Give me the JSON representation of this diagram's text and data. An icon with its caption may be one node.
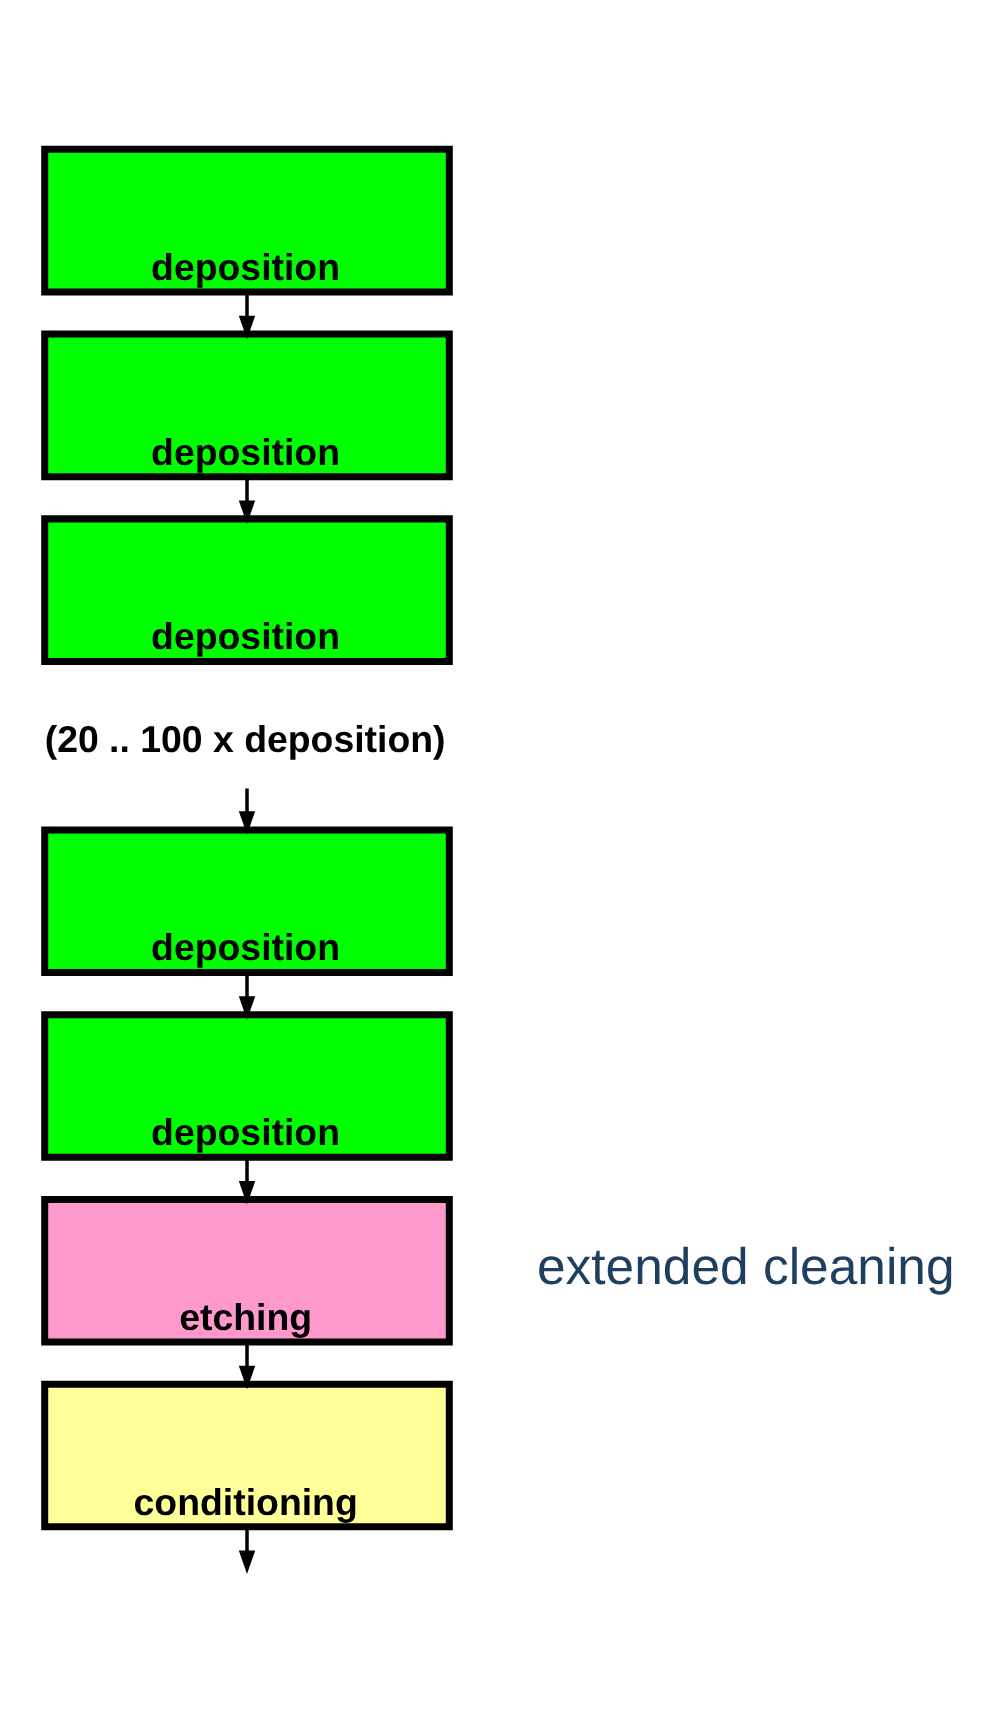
{
  "diagram": {
    "nodes": [
      {
        "text": [
          "deposition"
        ]
      },
      {
        "text": [
          "deposition"
        ]
      },
      {
        "text": [
          "deposition"
        ]
      },
      {
        "text": [
          "(20 .. 100 x deposition)"
        ]
      },
      {
        "text": [
          "deposition"
        ]
      },
      {
        "text": [
          "deposition"
        ]
      },
      {
        "text": [
          "etching"
        ]
      },
      {
        "text": [
          "conditioning"
        ]
      }
    ],
    "edges": [
      {
        "from": 0,
        "to": 1,
        "arrow": "to"
      },
      {
        "from": 1,
        "to": 2,
        "arrow": "to"
      },
      {
        "from": 3,
        "to": 4,
        "arrow": "to"
      },
      {
        "from": 4,
        "to": 5,
        "arrow": "to"
      },
      {
        "from": 5,
        "to": 6,
        "arrow": "to"
      },
      {
        "from": 6,
        "to": 7,
        "arrow": "to"
      },
      {
        "from": 7,
        "to": null,
        "arrow": "to"
      }
    ],
    "labels": [
      "extended cleaning"
    ]
  }
}
